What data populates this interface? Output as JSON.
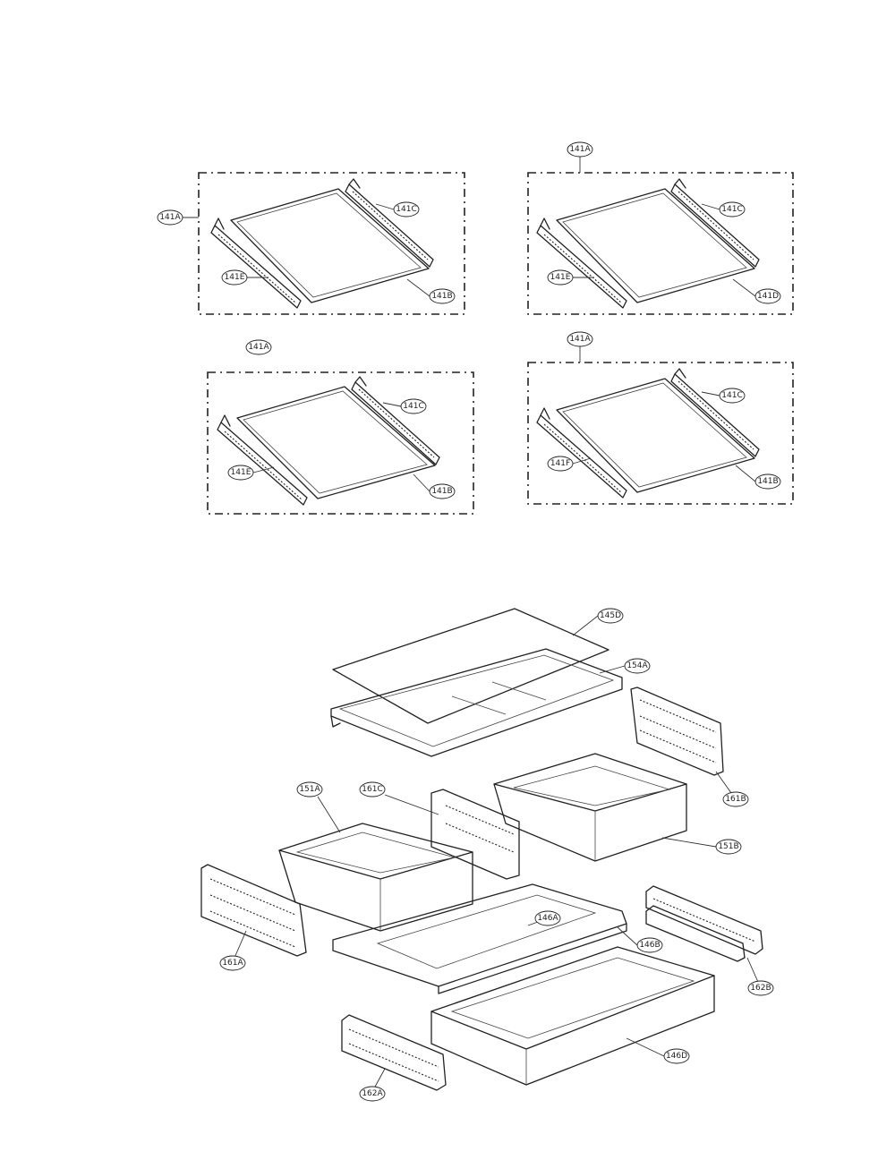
{
  "callouts": {
    "s1_assy": "141A",
    "s1_rail_r": "141C",
    "s1_rail_l": "141E",
    "s1_glass": "141B",
    "s2_assy": "141A",
    "s2_rail_r": "141C",
    "s2_rail_l": "141E",
    "s2_glass": "141D",
    "s3_assy": "141A",
    "s3_rail_r": "141C",
    "s3_rail_l": "141E",
    "s3_glass": "141B",
    "s4_assy": "141A",
    "s4_rail_r": "141C",
    "s4_rail_l": "141F",
    "s4_glass": "141B",
    "glass_cover": "145D",
    "crisper_cover": "154A",
    "guide_rb": "161B",
    "guide_c": "161C",
    "bin_a": "151A",
    "bin_b": "151B",
    "guide_la": "161A",
    "pantry_cover": "146A",
    "pantry_frame": "146B",
    "rail_r": "162B",
    "pantry_drawer": "146D",
    "rail_l": "162A"
  }
}
